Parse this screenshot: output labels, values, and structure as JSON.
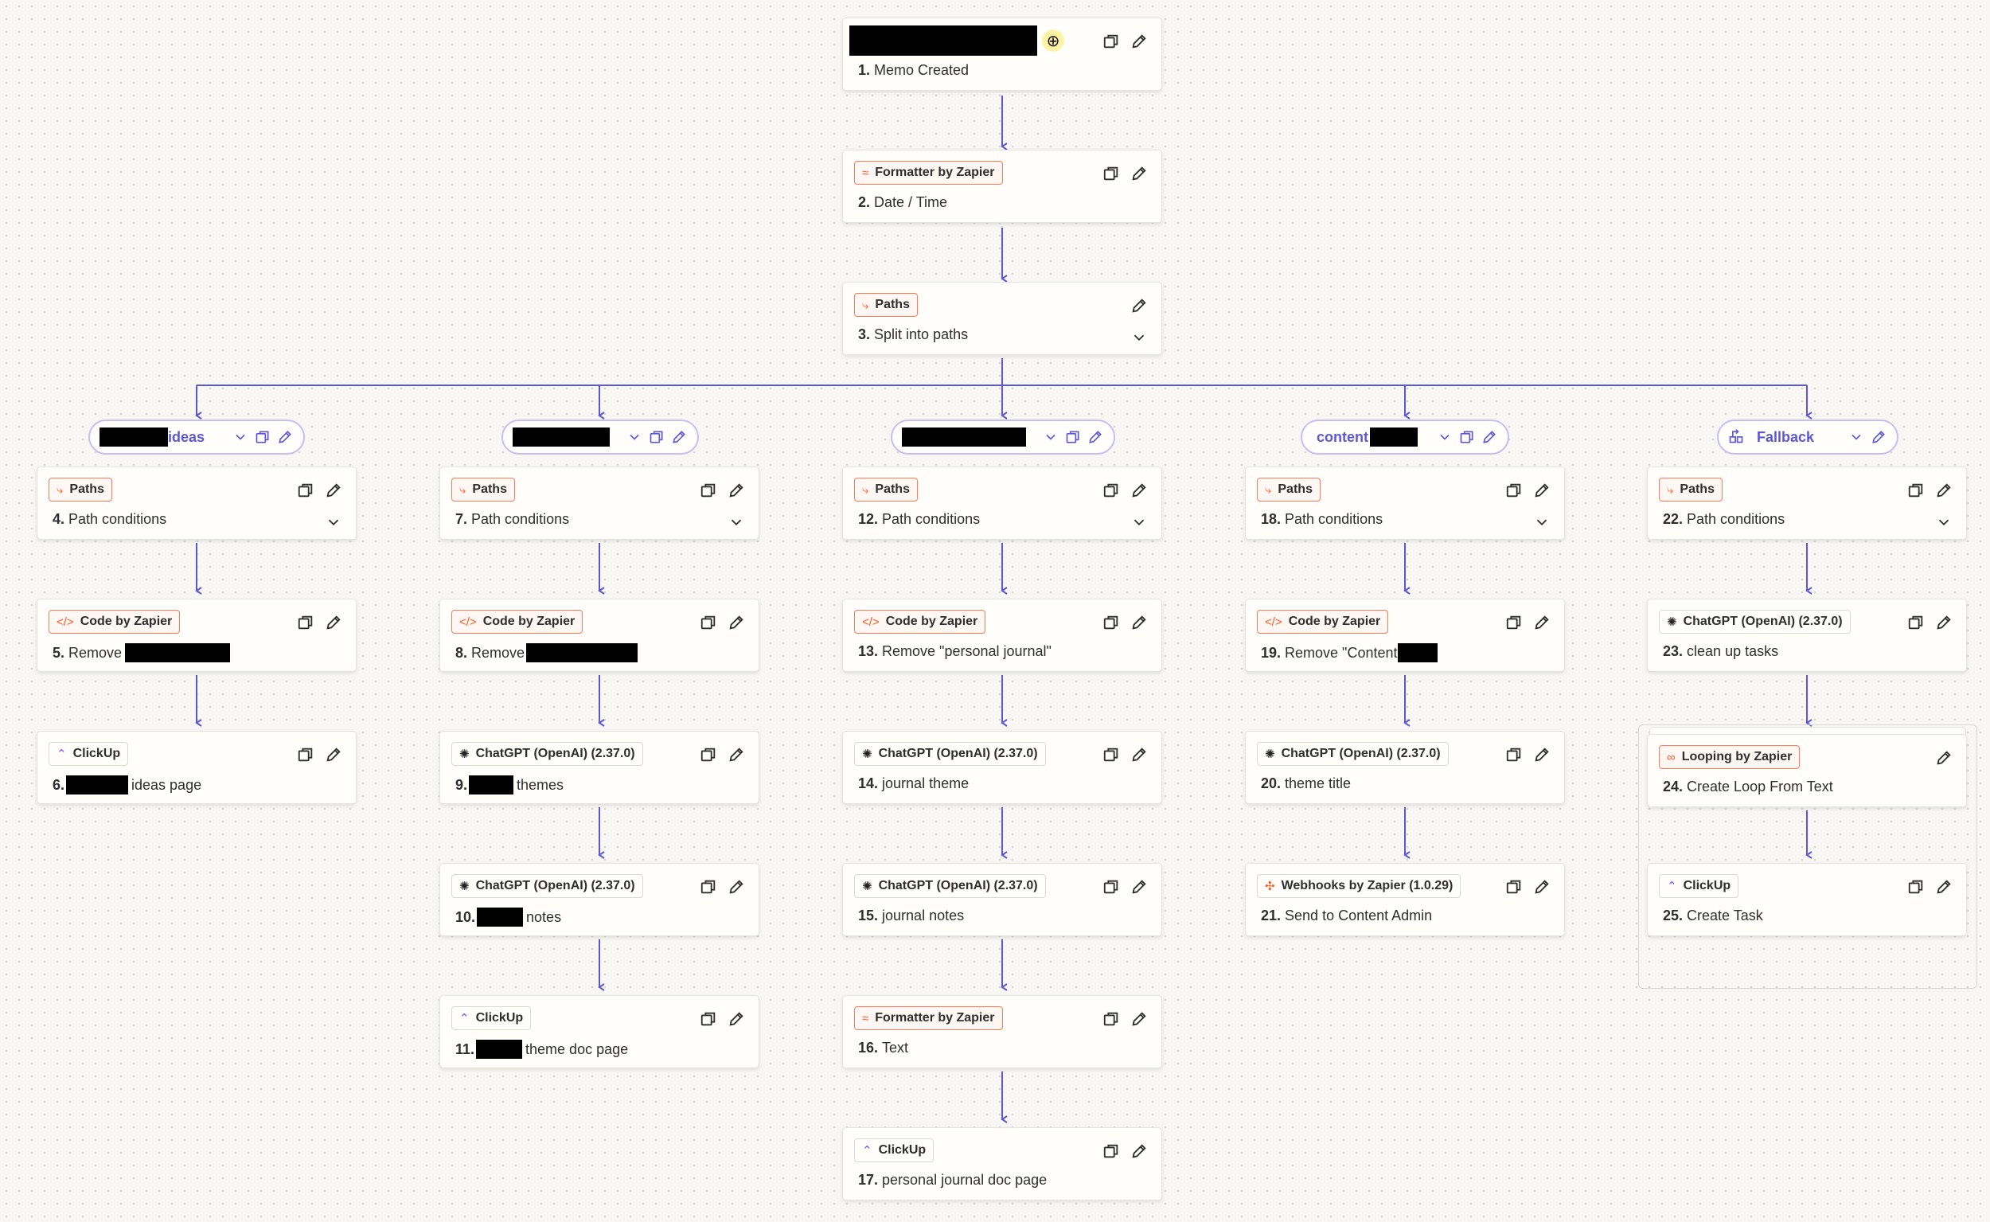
{
  "canvas": {
    "background": "#f8f7f3",
    "connector_color": "#5b57d6",
    "accent": "#ff7a59"
  },
  "trigger": {
    "title_num": "1.",
    "title": "Memo Created",
    "title_redacted": true,
    "badge_icon": "plus-circle-icon"
  },
  "steps": {
    "s2": {
      "app": "Formatter by Zapier",
      "icon": "formatter-icon",
      "num": "2.",
      "title": "Date / Time"
    },
    "s3": {
      "app": "Paths",
      "icon": "paths-icon",
      "num": "3.",
      "title": "Split into paths"
    },
    "s4": {
      "app": "Paths",
      "icon": "paths-icon",
      "num": "4.",
      "title": "Path conditions"
    },
    "s5": {
      "app": "Code by Zapier",
      "icon": "code-icon",
      "num": "5.",
      "title": "Remove"
    },
    "s6": {
      "app": "ClickUp",
      "icon": "clickup-icon",
      "num": "6.",
      "title": "ideas page"
    },
    "s7": {
      "app": "Paths",
      "icon": "paths-icon",
      "num": "7.",
      "title": "Path conditions"
    },
    "s8": {
      "app": "Code by Zapier",
      "icon": "code-icon",
      "num": "8.",
      "title": "Remove"
    },
    "s9": {
      "app": "ChatGPT (OpenAI) (2.37.0)",
      "icon": "openai-icon",
      "num": "9.",
      "title": "themes"
    },
    "s10": {
      "app": "ChatGPT (OpenAI) (2.37.0)",
      "icon": "openai-icon",
      "num": "10.",
      "title": "notes"
    },
    "s11": {
      "app": "ClickUp",
      "icon": "clickup-icon",
      "num": "11.",
      "title": "theme doc page"
    },
    "s12": {
      "app": "Paths",
      "icon": "paths-icon",
      "num": "12.",
      "title": "Path conditions"
    },
    "s13": {
      "app": "Code by Zapier",
      "icon": "code-icon",
      "num": "13.",
      "title": "Remove \"personal journal\""
    },
    "s14": {
      "app": "ChatGPT (OpenAI) (2.37.0)",
      "icon": "openai-icon",
      "num": "14.",
      "title": "journal theme"
    },
    "s15": {
      "app": "ChatGPT (OpenAI) (2.37.0)",
      "icon": "openai-icon",
      "num": "15.",
      "title": "journal notes"
    },
    "s16": {
      "app": "Formatter by Zapier",
      "icon": "formatter-icon",
      "num": "16.",
      "title": "Text"
    },
    "s17": {
      "app": "ClickUp",
      "icon": "clickup-icon",
      "num": "17.",
      "title": "personal journal doc page"
    },
    "s18": {
      "app": "Paths",
      "icon": "paths-icon",
      "num": "18.",
      "title": "Path conditions"
    },
    "s19": {
      "app": "Code by Zapier",
      "icon": "code-icon",
      "num": "19.",
      "title": "Remove \"Content"
    },
    "s20": {
      "app": "ChatGPT (OpenAI) (2.37.0)",
      "icon": "openai-icon",
      "num": "20.",
      "title": "theme title"
    },
    "s21": {
      "app": "Webhooks by Zapier (1.0.29)",
      "icon": "webhook-icon",
      "num": "21.",
      "title": "Send to Content Admin"
    },
    "s22": {
      "app": "Paths",
      "icon": "paths-icon",
      "num": "22.",
      "title": "Path conditions"
    },
    "s23": {
      "app": "ChatGPT (OpenAI) (2.37.0)",
      "icon": "openai-icon",
      "num": "23.",
      "title": "clean up tasks"
    },
    "s24": {
      "app": "Looping by Zapier",
      "icon": "loop-icon",
      "num": "24.",
      "title": "Create Loop From Text"
    },
    "s25": {
      "app": "ClickUp",
      "icon": "clickup-icon",
      "num": "25.",
      "title": "Create Task"
    }
  },
  "paths": {
    "p1": {
      "label_suffix": "ideas"
    },
    "p2": {
      "label_suffix": ""
    },
    "p3": {
      "label_suffix": ""
    },
    "p4": {
      "label_prefix": "content"
    },
    "p5": {
      "label": "Fallback",
      "icon": "fallback-icon"
    }
  }
}
